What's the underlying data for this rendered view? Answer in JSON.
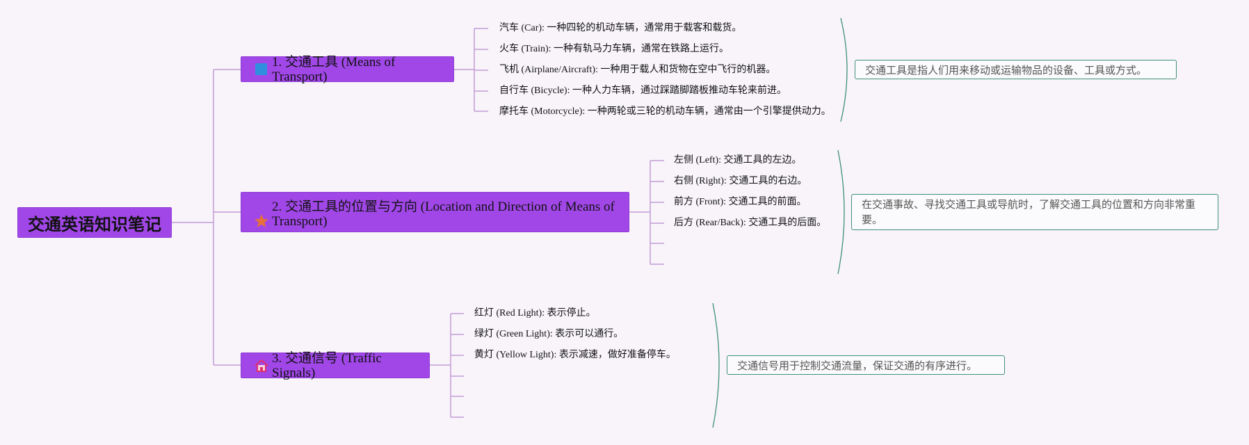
{
  "root": {
    "label": "交通英语知识笔记"
  },
  "branches": [
    {
      "label": "1. 交通工具 (Means of Transport)",
      "icon": "blue-square-icon",
      "leaves": [
        "汽车 (Car): 一种四轮的机动车辆，通常用于载客和载货。",
        "火车 (Train): 一种有轨马力车辆，通常在铁路上运行。",
        "飞机 (Airplane/Aircraft): 一种用于载人和货物在空中飞行的机器。",
        "自行车 (Bicycle): 一种人力车辆，通过踩踏脚踏板推动车轮来前进。",
        "摩托车 (Motorcycle): 一种两轮或三轮的机动车辆，通常由一个引擎提供动力。"
      ],
      "summary": "交通工具是指人们用来移动或运输物品的设备、工具或方式。"
    },
    {
      "label": "2. 交通工具的位置与方向 (Location and Direction of Means of Transport)",
      "icon": "orange-star-icon",
      "leaves": [
        "左侧 (Left): 交通工具的左边。",
        "右侧 (Right): 交通工具的右边。",
        "前方 (Front): 交通工具的前面。",
        "后方 (Rear/Back): 交通工具的后面。",
        "",
        ""
      ],
      "summary": "在交通事故、寻找交通工具或导航时，了解交通工具的位置和方向非常重要。"
    },
    {
      "label": "3. 交通信号 (Traffic Signals)",
      "icon": "house-icon",
      "leaves": [
        "红灯 (Red Light): 表示停止。",
        "绿灯 (Green Light): 表示可以通行。",
        "黄灯 (Yellow Light): 表示减速，做好准备停车。",
        "",
        "",
        ""
      ],
      "summary": "交通信号用于控制交通流量，保证交通的有序进行。"
    }
  ],
  "colors": {
    "branch": "#a147e8",
    "connector": "#c39bd6",
    "summary_border": "#3f8f78",
    "background": "#f8f4fa"
  }
}
